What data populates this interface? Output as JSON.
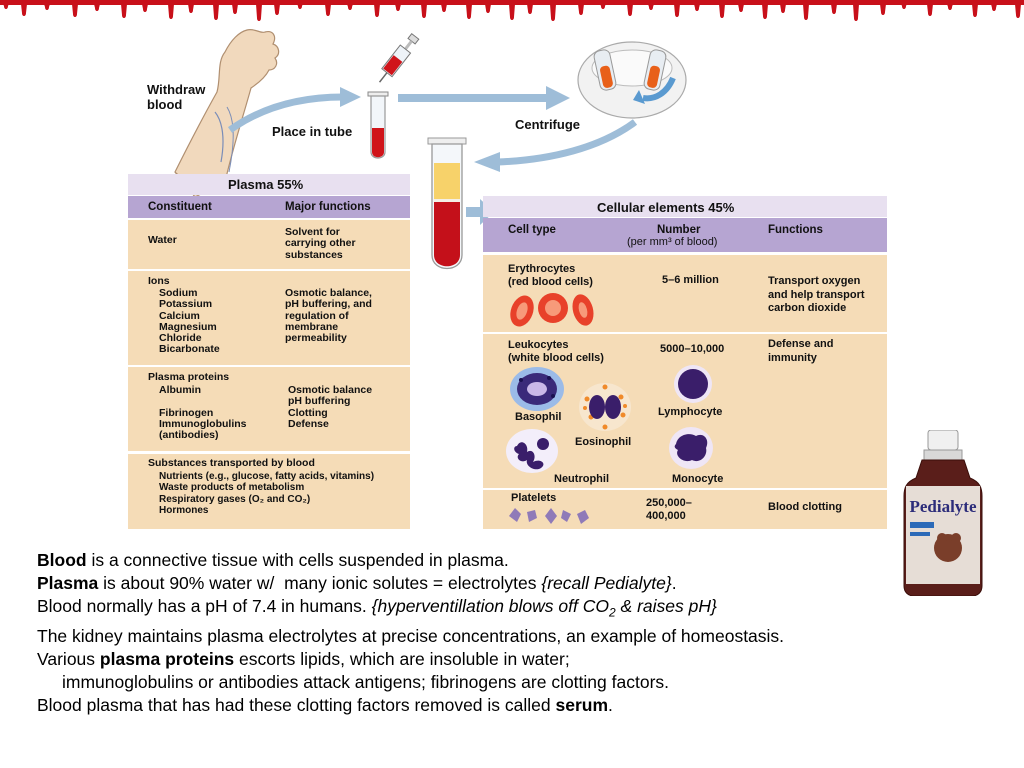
{
  "colors": {
    "tan": "#f5dcb7",
    "lavender": "#cfc1e1",
    "lavender_dark": "#b6a5d2",
    "blood_red": "#d0141a",
    "arrow_blue": "#9ebdd8"
  },
  "diagram": {
    "withdraw_blood": "Withdraw\nblood",
    "place_in_tube": "Place in tube",
    "centrifuge": "Centrifuge"
  },
  "plasma": {
    "title": "Plasma 55%",
    "col_constituent": "Constituent",
    "col_functions": "Major functions",
    "rows": [
      {
        "constituent_head": "Water",
        "constituent_items": "",
        "functions": "Solvent for\ncarrying other\nsubstances"
      },
      {
        "constituent_head": "Ions",
        "constituent_items": "Sodium\nPotassium\nCalcium\nMagnesium\nChloride\nBicarbonate",
        "functions": "Osmotic balance,\npH buffering, and\nregulation of\nmembrane\npermeability"
      },
      {
        "constituent_head": "Plasma proteins",
        "constituent_items": "Albumin\n\nFibrinogen\nImmunoglobulins\n(antibodies)",
        "functions": "Osmotic balance\npH buffering\nClotting\nDefense"
      },
      {
        "constituent_head": "Substances transported by blood",
        "constituent_items": "Nutrients (e.g., glucose, fatty acids, vitamins)\nWaste products of metabolism\nRespiratory gases (O₂ and CO₂)\nHormones",
        "functions": ""
      }
    ]
  },
  "cellular": {
    "title": "Cellular elements 45%",
    "col_cell_type": "Cell type",
    "col_number": "Number",
    "col_number_sub": "(per mm³ of blood)",
    "col_functions": "Functions",
    "rows": [
      {
        "cell_type": "Erythrocytes\n(red blood cells)",
        "number": "5–6 million",
        "functions": "Transport oxygen\nand help transport\ncarbon dioxide"
      },
      {
        "cell_type": "Leukocytes\n(white blood cells)",
        "number": "5000–10,000",
        "functions": "Defense and\nimmunity"
      },
      {
        "cell_type": "Platelets",
        "number": "250,000–\n400,000",
        "functions": "Blood clotting"
      }
    ],
    "leukocyte_labels": {
      "basophil": "Basophil",
      "lymphocyte": "Lymphocyte",
      "eosinophil": "Eosinophil",
      "neutrophil": "Neutrophil",
      "monocyte": "Monocyte"
    }
  },
  "bottle": {
    "brand": "Pedialyte"
  },
  "notes": {
    "l1_bold": "Blood",
    "l1_rest": " is a connective tissue with cells suspended in plasma.",
    "l2_bold": "Plasma",
    "l2_rest": " is about 90% water w/  many ionic solutes = electrolytes ",
    "l2_italic": "{recall Pedialyte}",
    "l2_end": ".",
    "l3_pre": "Blood normally has a pH of 7.4 in humans. ",
    "l3_italic_a": "{hyperventillation blows off CO",
    "l3_sub": "2",
    "l3_italic_b": " & raises pH}",
    "l4": "The kidney maintains plasma electrolytes at precise concentrations, an example of homeostasis.",
    "l5_pre": "Various ",
    "l5_bold": "plasma proteins",
    "l5_rest": " escorts lipids, which are insoluble in water;",
    "l6": "immunoglobulins or antibodies attack antigens; fibrinogens are clotting factors.",
    "l7_pre": "Blood plasma that has had these clotting factors removed is called ",
    "l7_bold": "serum",
    "l7_end": "."
  }
}
